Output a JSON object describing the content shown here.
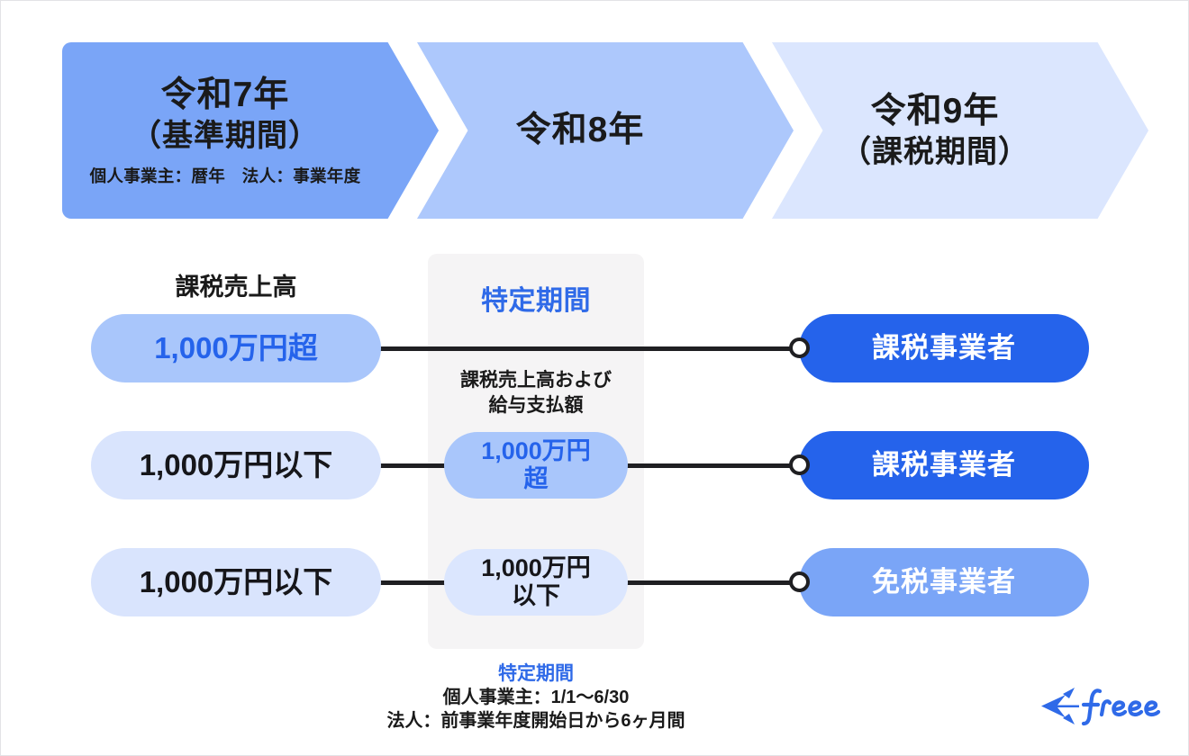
{
  "timeline": [
    {
      "title": "令和7年",
      "subtitle": "（基準期間）",
      "note": "個人事業主：暦年　法人：事業年度",
      "color": "#7aa5f7"
    },
    {
      "title": "令和8年",
      "subtitle": "",
      "note": "",
      "color": "#adc8fc"
    },
    {
      "title": "令和9年",
      "subtitle": "（課税期間）",
      "note": "",
      "color": "#dbe6fe"
    }
  ],
  "left_column": {
    "label": "課税売上高",
    "pills": [
      {
        "text": "1,000万円超",
        "text_color": "#2563eb",
        "fill": "#a9c6fb"
      },
      {
        "text": "1,000万円以下",
        "text_color": "#16161a",
        "fill": "#d9e4fd"
      },
      {
        "text": "1,000万円以下",
        "text_color": "#16161a",
        "fill": "#d9e4fd"
      }
    ]
  },
  "middle_column": {
    "heading": "特定期間",
    "heading_color": "#2f6ae8",
    "subtitle_line1": "課税売上高および",
    "subtitle_line2": "給与支払額",
    "panel_fill": "#f5f4f5",
    "pills": [
      {
        "line1": "1,000万円",
        "line2": "超",
        "text_color": "#2563eb",
        "fill": "#a9c6fb"
      },
      {
        "line1": "1,000万円",
        "line2": "以下",
        "text_color": "#16161a",
        "fill": "#dbe6fe"
      }
    ]
  },
  "right_column": {
    "pills": [
      {
        "text": "課税事業者",
        "fill": "#2563eb"
      },
      {
        "text": "課税事業者",
        "fill": "#2563eb"
      },
      {
        "text": "免税事業者",
        "fill": "#7aa5f7"
      }
    ]
  },
  "footnote": {
    "title": "特定期間",
    "line1": "個人事業主：1/1〜6/30",
    "line2": "法人：前事業年度開始日から6ヶ月間"
  },
  "logo": {
    "name": "freee-logo",
    "wordmark": "freee",
    "color": "#2f6ae8"
  }
}
